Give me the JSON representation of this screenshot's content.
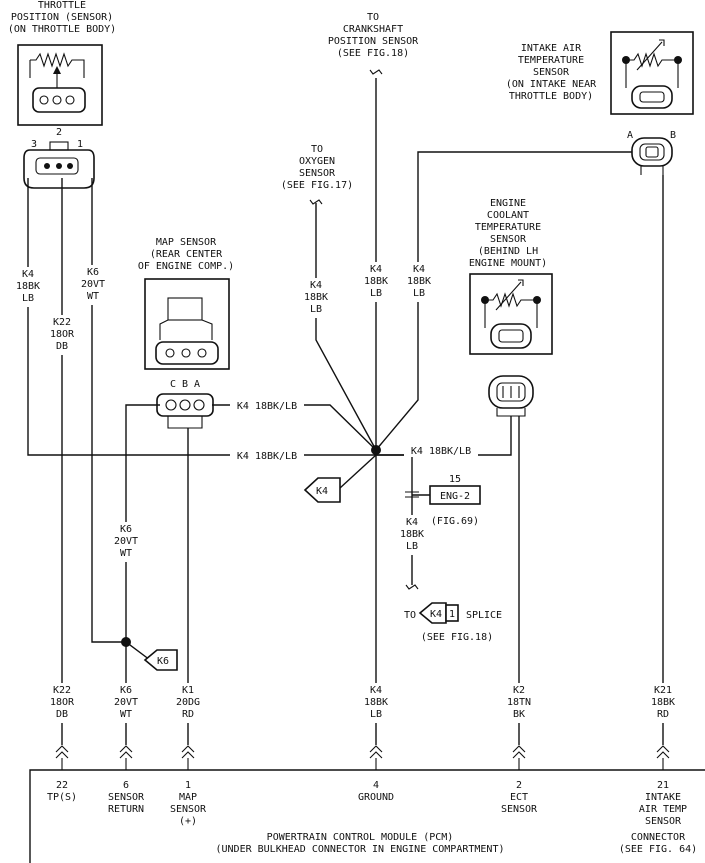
{
  "labels": {
    "tps_l1": "THROTTLE",
    "tps_l2": "POSITION (SENSOR)",
    "tps_l3": "(ON THROTTLE BODY)",
    "tps_pin3": "3",
    "tps_pin2": "2",
    "tps_pin1": "1",
    "ckp_l1": "TO",
    "ckp_l2": "CRANKSHAFT",
    "ckp_l3": "POSITION SENSOR",
    "ckp_l4": "(SEE FIG.18)",
    "iat_l1": "INTAKE AIR",
    "iat_l2": "TEMPERATURE",
    "iat_l3": "SENSOR",
    "iat_l4": "(ON INTAKE NEAR",
    "iat_l5": "THROTTLE BODY)",
    "iat_pinA": "A",
    "iat_pinB": "B",
    "o2_l1": "TO",
    "o2_l2": "OXYGEN",
    "o2_l3": "SENSOR",
    "o2_l4": "(SEE FIG.17)",
    "ect_l1": "ENGINE",
    "ect_l2": "COOLANT",
    "ect_l3": "TEMPERATURE",
    "ect_l4": "SENSOR",
    "ect_l5": "(BEHIND LH",
    "ect_l6": "ENGINE MOUNT)",
    "map_l1": "MAP SENSOR",
    "map_l2": "(REAR CENTER",
    "map_l3": "OF ENGINE COMP.)",
    "map_pins": "C  B  A",
    "k4_left_1": "K4",
    "k4_left_2": "18BK",
    "k4_left_3": "LB",
    "k6_top_1": "K6",
    "k6_top_2": "20VT",
    "k6_top_3": "WT",
    "k22_top_1": "K22",
    "k22_top_2": "18OR",
    "k22_top_3": "DB",
    "k4_o2_1": "K4",
    "k4_o2_2": "18BK",
    "k4_o2_3": "LB",
    "k4_ckp_1": "K4",
    "k4_ckp_2": "18BK",
    "k4_ckp_3": "LB",
    "k4_iat_1": "K4",
    "k4_iat_2": "18BK",
    "k4_iat_3": "LB",
    "k4_map_h": "K4 18BK/LB",
    "k4_tps_h": "K4 18BK/LB",
    "k4_ect_h": "K4 18BK/LB",
    "k4_diamond": "K4",
    "eng2_num": "15",
    "eng2_label": "ENG-2",
    "eng2_fig": "(FIG.69)",
    "k4_down_1": "K4",
    "k4_down_2": "18BK",
    "k4_down_3": "LB",
    "splice_to": "TO",
    "splice_k4": "K4",
    "splice_num": "1",
    "splice_word": "SPLICE",
    "splice_fig": "(SEE FIG.18)",
    "k6_mid_1": "K6",
    "k6_mid_2": "20VT",
    "k6_mid_3": "WT",
    "k6_diamond": "K6",
    "bot_k22_1": "K22",
    "bot_k22_2": "18OR",
    "bot_k22_3": "DB",
    "bot_k6_1": "K6",
    "bot_k6_2": "20VT",
    "bot_k6_3": "WT",
    "bot_k1_1": "K1",
    "bot_k1_2": "20DG",
    "bot_k1_3": "RD",
    "bot_k4_1": "K4",
    "bot_k4_2": "18BK",
    "bot_k4_3": "LB",
    "bot_k2_1": "K2",
    "bot_k2_2": "18TN",
    "bot_k2_3": "BK",
    "bot_k21_1": "K21",
    "bot_k21_2": "18BK",
    "bot_k21_3": "RD",
    "pcm_22_num": "22",
    "pcm_22_lbl": "TP(S)",
    "pcm_6_num": "6",
    "pcm_6_l1": "SENSOR",
    "pcm_6_l2": "RETURN",
    "pcm_1_num": "1",
    "pcm_1_l1": "MAP",
    "pcm_1_l2": "SENSOR",
    "pcm_1_l3": "(+)",
    "pcm_4_num": "4",
    "pcm_4_lbl": "GROUND",
    "pcm_2_num": "2",
    "pcm_2_l1": "ECT",
    "pcm_2_l2": "SENSOR",
    "pcm_21_num": "21",
    "pcm_21_l1": "INTAKE",
    "pcm_21_l2": "AIR TEMP",
    "pcm_21_l3": "SENSOR",
    "pcm_conn_l1": "CONNECTOR",
    "pcm_conn_l2": "(SEE FIG. 64)",
    "pcm_title_l1": "POWERTRAIN CONTROL MODULE (PCM)",
    "pcm_title_l2": "(UNDER BULKHEAD CONNECTOR IN ENGINE COMPARTMENT)"
  }
}
